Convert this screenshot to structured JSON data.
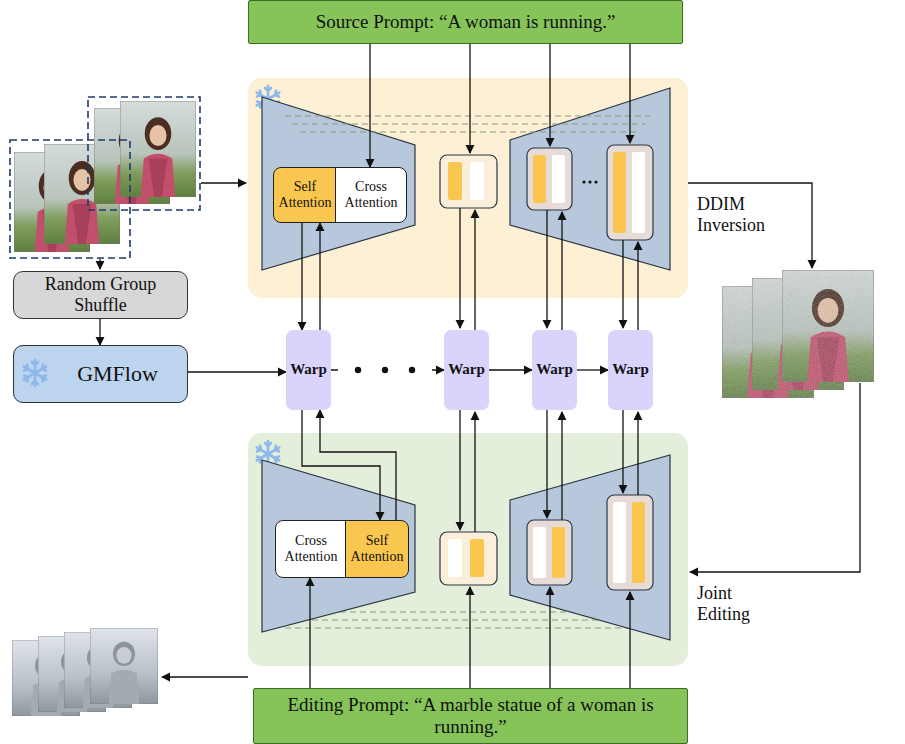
{
  "diagram": {
    "nodes": [
      {
        "text": [
          "Source Prompt: “A woman is running.”"
        ]
      },
      {
        "text": [
          "DDIM Inversion"
        ]
      },
      {
        "text": [
          "Self Attention"
        ],
        "in": 1
      },
      {
        "text": [
          "Cross Attention"
        ],
        "in": 1
      },
      {
        "text": [
          "Random Group Shuffle"
        ]
      },
      {
        "text": [
          "GMFlow"
        ]
      },
      {
        "text": [
          "Warp"
        ]
      },
      {
        "text": [
          "Warp"
        ]
      },
      {
        "text": [
          "Warp"
        ]
      },
      {
        "text": [
          "Warp"
        ]
      },
      {
        "text": [
          "Joint Editing"
        ]
      },
      {
        "text": [
          "Cross Attention"
        ],
        "in": 10
      },
      {
        "text": [
          "Self Attention"
        ],
        "in": 10
      },
      {
        "text": [
          "Editing Prompt: “A marble statue of a woman is running.”"
        ]
      }
    ],
    "edges": [
      {
        "from": 0,
        "to": 3,
        "arrow": "to"
      },
      {
        "from": 4,
        "to": 5,
        "arrow": "to"
      },
      {
        "from": 5,
        "to": 6,
        "arrow": "to"
      },
      {
        "from": 6,
        "to": 7,
        "arrow": "to"
      },
      {
        "from": 7,
        "to": 8,
        "arrow": "to"
      },
      {
        "from": 8,
        "to": 9,
        "arrow": "to"
      },
      {
        "from": 2,
        "to": 6,
        "arrow": "to"
      },
      {
        "from": 6,
        "to": 2,
        "arrow": "to"
      },
      {
        "from": 6,
        "to": 12,
        "arrow": "to"
      },
      {
        "from": 12,
        "to": 6,
        "arrow": "to"
      },
      {
        "from": 13,
        "to": 11,
        "arrow": "to"
      }
    ]
  }
}
